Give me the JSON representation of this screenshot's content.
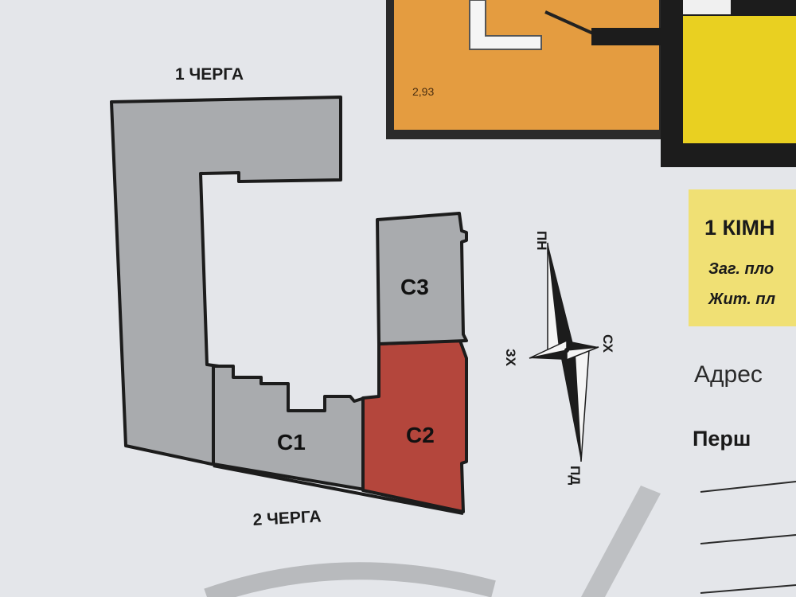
{
  "site_plan": {
    "phase_1_label": "1 ЧЕРГА",
    "phase_2_label": "2 ЧЕРГА",
    "sections": [
      {
        "id": "C1",
        "label": "С1",
        "color": "#a9abae",
        "selected": false
      },
      {
        "id": "C2",
        "label": "С2",
        "color": "#b4463c",
        "selected": true
      },
      {
        "id": "C3",
        "label": "С3",
        "color": "#a9abae",
        "selected": false
      }
    ]
  },
  "compass": {
    "north": "ПН",
    "south": "ПД",
    "east": "СХ",
    "west": "ЗХ"
  },
  "floorplan_fragment": {
    "room_area": "2,93",
    "room_color": "#e49c40",
    "adjacent_color": "#e9d021"
  },
  "info_panel": {
    "type_heading": "1 КІМН",
    "total_area_prefix": "Заг. пло",
    "living_area_prefix": "Жит. пл",
    "address_label": "Адрес",
    "first_line_label": "Перш",
    "highlight_color": "#f0e074"
  }
}
